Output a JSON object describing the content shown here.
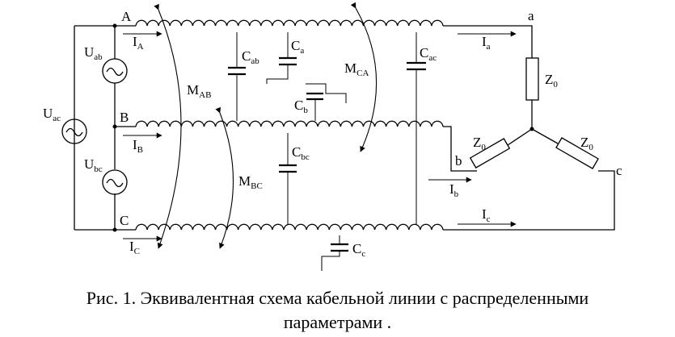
{
  "caption": {
    "line1": "Рис. 1. Эквивалентная схема кабельной линии с распределенными",
    "line2": "параметрами ."
  },
  "nodes": {
    "A": "A",
    "B": "B",
    "C": "C",
    "a": "a",
    "b": "b",
    "c": "c"
  },
  "sources": {
    "ab": {
      "main": "U",
      "sub": "ab"
    },
    "bc": {
      "main": "U",
      "sub": "bc"
    },
    "ac": {
      "main": "U",
      "sub": "ac"
    }
  },
  "currents": {
    "IA": {
      "main": "I",
      "sub": "A"
    },
    "IB": {
      "main": "I",
      "sub": "B"
    },
    "IC": {
      "main": "I",
      "sub": "C"
    },
    "Ia": {
      "main": "I",
      "sub": "a"
    },
    "Ib": {
      "main": "I",
      "sub": "b"
    },
    "Ic": {
      "main": "I",
      "sub": "c"
    }
  },
  "capacitors": {
    "Cab": {
      "main": "C",
      "sub": "ab"
    },
    "Ca": {
      "main": "C",
      "sub": "a"
    },
    "Cb": {
      "main": "C",
      "sub": "b"
    },
    "Cbc": {
      "main": "C",
      "sub": "bc"
    },
    "Cac": {
      "main": "C",
      "sub": "ac"
    },
    "Cc": {
      "main": "C",
      "sub": "c"
    }
  },
  "mutuals": {
    "MAB": {
      "main": "M",
      "sub": "AB"
    },
    "MBC": {
      "main": "M",
      "sub": "BC"
    },
    "MCA": {
      "main": "M",
      "sub": "CA"
    }
  },
  "loads": {
    "Z0": {
      "main": "Z",
      "sub": "0"
    }
  }
}
